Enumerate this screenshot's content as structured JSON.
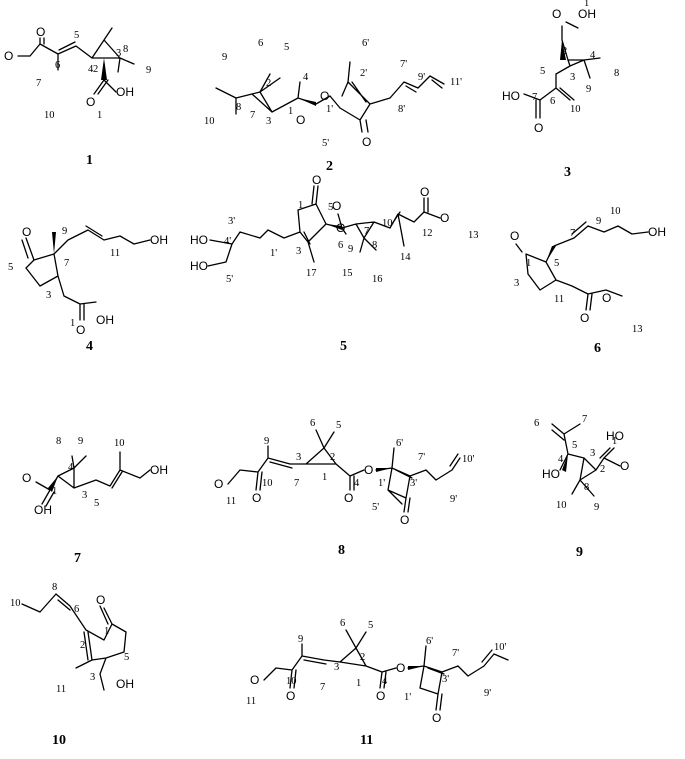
{
  "compounds": [
    {
      "id": "1",
      "atoms": [
        "O",
        "O",
        "O",
        "OH"
      ],
      "numbers": [
        "5",
        "7",
        "6",
        "4",
        "3",
        "8",
        "9",
        "2",
        "10",
        "1"
      ]
    },
    {
      "id": "2",
      "atoms": [
        "O",
        "O",
        "O"
      ],
      "numbers": [
        "6",
        "5",
        "9",
        "2",
        "4",
        "1'",
        "2'",
        "6'",
        "7'",
        "9'",
        "11'",
        "3",
        "1",
        "10",
        "8",
        "7",
        "8'",
        "5'"
      ]
    },
    {
      "id": "3",
      "atoms": [
        "O",
        "OH",
        "HO",
        "O"
      ],
      "numbers": [
        "1",
        "2",
        "3",
        "4",
        "5",
        "8",
        "9",
        "7",
        "6",
        "10"
      ]
    },
    {
      "id": "4",
      "atoms": [
        "O",
        "OH",
        "O",
        "OH"
      ],
      "numbers": [
        "9",
        "11",
        "5",
        "7",
        "3",
        "1"
      ]
    },
    {
      "id": "5",
      "atoms": [
        "O",
        "HO",
        "HO",
        "O",
        "O",
        "O",
        "O"
      ],
      "numbers": [
        "3'",
        "1",
        "5",
        "4'",
        "10",
        "1'",
        "5'",
        "3",
        "6",
        "7",
        "8",
        "12",
        "13",
        "9",
        "17",
        "15",
        "16",
        "14"
      ]
    },
    {
      "id": "6",
      "atoms": [
        "O",
        "OH",
        "O",
        "O"
      ],
      "numbers": [
        "10",
        "7",
        "9",
        "1",
        "5",
        "3",
        "11",
        "13"
      ]
    },
    {
      "id": "7",
      "atoms": [
        "OH",
        "O",
        "OH"
      ],
      "numbers": [
        "8",
        "9",
        "10",
        "4",
        "1",
        "3",
        "5"
      ]
    },
    {
      "id": "8",
      "atoms": [
        "O",
        "O",
        "O",
        "O",
        "O"
      ],
      "numbers": [
        "6",
        "5",
        "9",
        "2",
        "3",
        "1",
        "10",
        "11",
        "7",
        "4",
        "1'",
        "6'",
        "3'",
        "7'",
        "10'",
        "5'",
        "9'"
      ]
    },
    {
      "id": "9",
      "atoms": [
        "HO",
        "O",
        "HO"
      ],
      "numbers": [
        "6",
        "7",
        "1",
        "5",
        "4",
        "3",
        "2",
        "8",
        "10",
        "9"
      ]
    },
    {
      "id": "10",
      "atoms": [
        "O",
        "OH"
      ],
      "numbers": [
        "8",
        "10",
        "6",
        "1",
        "2",
        "5",
        "3",
        "11"
      ]
    },
    {
      "id": "11",
      "atoms": [
        "O",
        "O",
        "O",
        "O",
        "O"
      ],
      "numbers": [
        "6",
        "5",
        "9",
        "3",
        "2",
        "10",
        "11",
        "1",
        "4",
        "7",
        "6'",
        "3'",
        "7'",
        "10'",
        "1'",
        "9'"
      ]
    }
  ]
}
